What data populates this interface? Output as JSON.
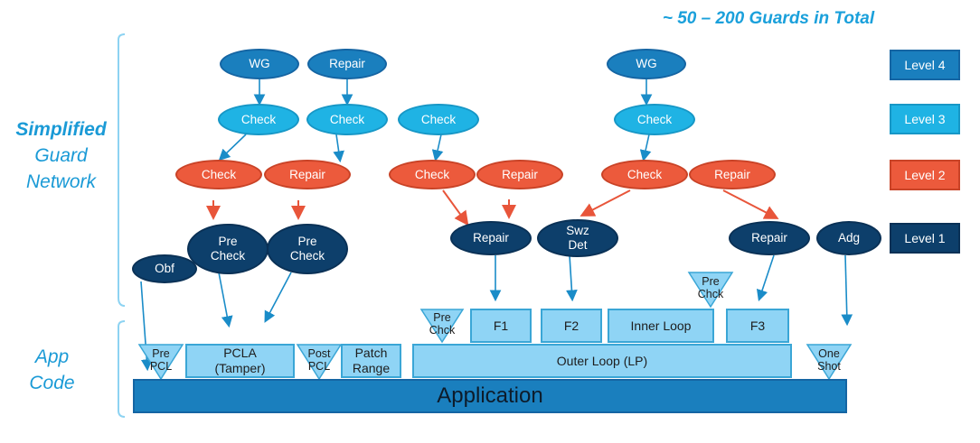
{
  "title": "~ 50 – 200 Guards in Total",
  "side_labels": {
    "guard_network_bold": "Simplified",
    "guard_network_line2": "Guard",
    "guard_network_line3": "Network",
    "app_code_line1": "App",
    "app_code_line2": "Code"
  },
  "legend": {
    "level4": "Level 4",
    "level3": "Level 3",
    "level2": "Level 2",
    "level1": "Level 1"
  },
  "colors": {
    "level4": "#1a7fbe",
    "level3": "#1fb3e4",
    "level2": "#ec5a3c",
    "level1": "#0d3f6b",
    "code_box": "#8fd4f5",
    "accent_text": "#1aa0db"
  },
  "nodes": {
    "wg_left": "WG",
    "repair_l4": "Repair",
    "wg_right": "WG",
    "check_l3_a": "Check",
    "check_l3_b": "Check",
    "check_l3_c": "Check",
    "check_l3_d": "Check",
    "check_l2_a": "Check",
    "repair_l2_a": "Repair",
    "check_l2_b": "Check",
    "repair_l2_b": "Repair",
    "check_l2_c": "Check",
    "repair_l2_c": "Repair",
    "obf": "Obf",
    "precheck_a_1": "Pre",
    "precheck_a_2": "Check",
    "precheck_b_1": "Pre",
    "precheck_b_2": "Check",
    "repair_l1_a": "Repair",
    "swz_1": "Swz",
    "swz_2": "Det",
    "repair_l1_b": "Repair",
    "adg": "Adg"
  },
  "code": {
    "pre_pcl_1": "Pre",
    "pre_pcl_2": "PCL",
    "pcla_1": "PCLA",
    "pcla_2": "(Tamper)",
    "post_pcl_1": "Post",
    "post_pcl_2": "PCL",
    "patch_1": "Patch",
    "patch_2": "Range",
    "pre_chck_a_1": "Pre",
    "pre_chck_a_2": "Chck",
    "f1": "F1",
    "f2": "F2",
    "inner_loop": "Inner Loop",
    "pre_chck_b_1": "Pre",
    "pre_chck_b_2": "Chck",
    "f3": "F3",
    "outer_loop": "Outer Loop (LP)",
    "one_shot_1": "One",
    "one_shot_2": "Shot",
    "application": "Application"
  }
}
